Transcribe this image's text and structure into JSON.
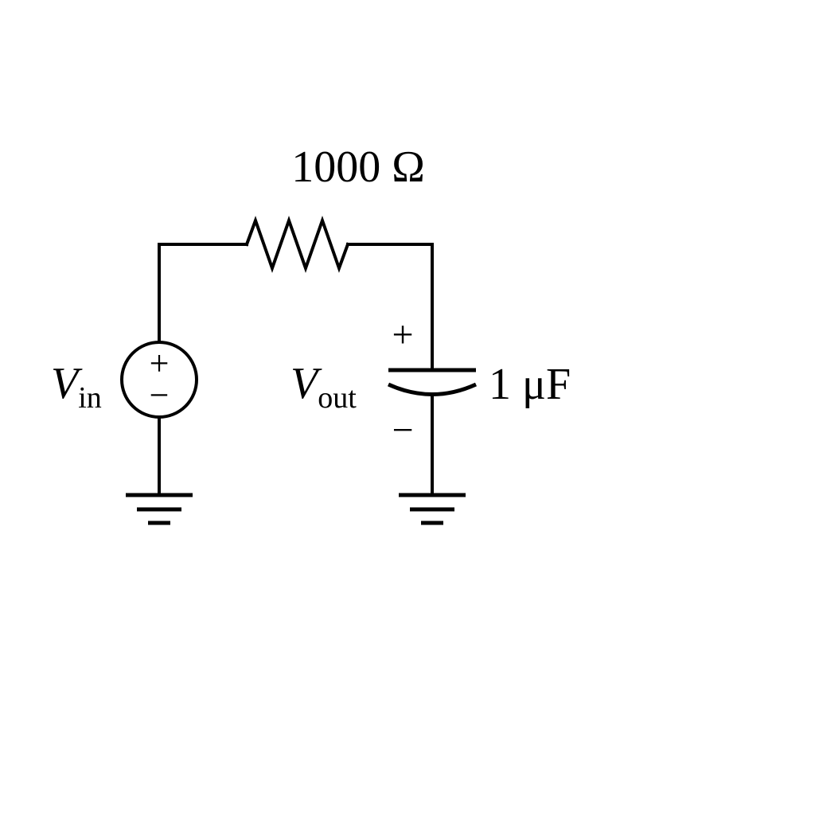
{
  "circuit": {
    "resistor_label": "1000 Ω",
    "capacitor_label": "1 μF",
    "input_label": {
      "base": "V",
      "sub": "in"
    },
    "output_label": {
      "base": "V",
      "sub": "out"
    },
    "source_signs": {
      "plus": "+",
      "minus": "−"
    },
    "capacitor_signs": {
      "plus": "+",
      "minus": "−"
    }
  }
}
